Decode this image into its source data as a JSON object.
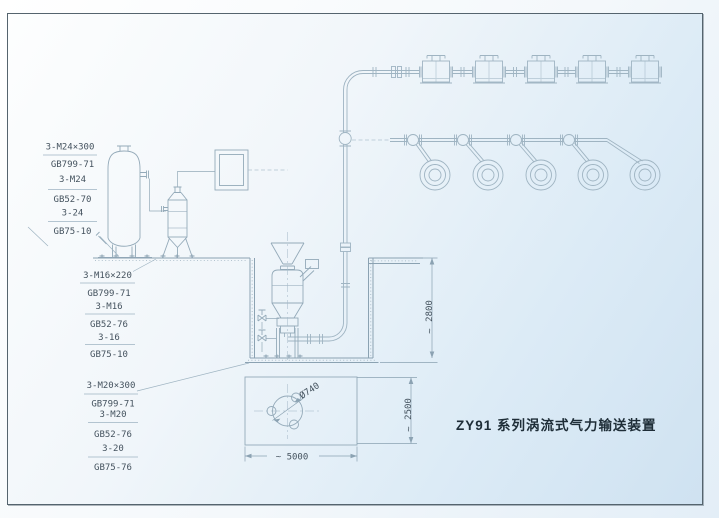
{
  "drawing": {
    "product_title": "ZY91 系列涡流式气力输送装置",
    "part_label_blocks": [
      {
        "lines": [
          "3-M24×300",
          "GB799-71",
          "3-M24",
          "GB52-70",
          "3-24",
          "GB75-10"
        ]
      },
      {
        "lines": [
          "3-M16×220",
          "GB799-71",
          "3-M16",
          "GB52-76",
          "3-16",
          "GB75-10"
        ]
      },
      {
        "lines": [
          "3-M20×300",
          "GB799-71",
          "3-M20",
          "GB52-76",
          "3-20",
          "GB75-76"
        ]
      }
    ],
    "dimensions": {
      "pit_depth": "2800",
      "pit_depth_prefix": "~",
      "plan_length": "~ 5000",
      "plan_width": "2500",
      "plan_width_prefix": "~",
      "bolt_circle": "Ø740"
    },
    "colors": {
      "frame_border": "#55646e",
      "background_start": "#fdfefe",
      "background_end": "#cfe2f1",
      "pipe_line": "#9fb4c2",
      "equipment_line": "#94aab9",
      "structure_line": "#8ba2b2",
      "label_text": "#44525e",
      "title_text": "#1e2d37"
    }
  }
}
